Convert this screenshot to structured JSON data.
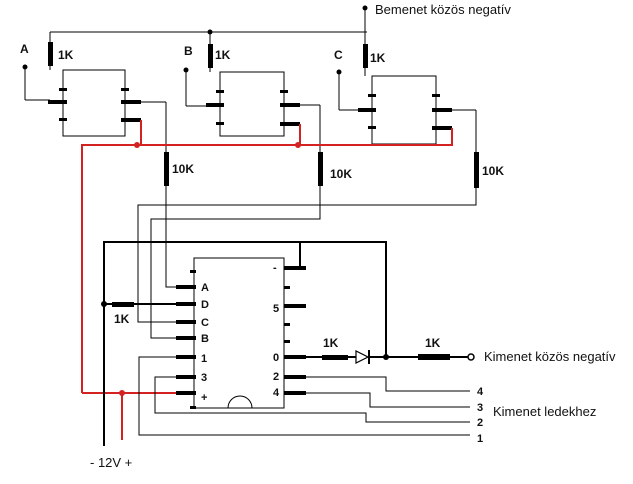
{
  "labels": {
    "input_common_negative": "Bemenet közös negatív",
    "output_common_negative": "Kimenet közös negatív",
    "output_leds": "Kimenet ledekhez",
    "supply": "- 12V +",
    "input_a": "A",
    "input_b": "B",
    "input_c": "C"
  },
  "resistors": {
    "r_a": "1K",
    "r_b": "1K",
    "r_c": "1K",
    "r_pull_1": "10K",
    "r_pull_2": "10K",
    "r_pull_3": "10K",
    "r_d": "1K",
    "r_out": "1K",
    "r_out2": "1K"
  },
  "ic_pins": {
    "left": [
      "A",
      "D",
      "C",
      "B",
      "1",
      "3",
      "+"
    ],
    "right": [
      "-",
      "5",
      "0",
      "2",
      "4"
    ]
  },
  "outputs": [
    "4",
    "3",
    "2",
    "1"
  ],
  "colors": {
    "wire": "#000000",
    "supply_positive": "#d42222"
  }
}
